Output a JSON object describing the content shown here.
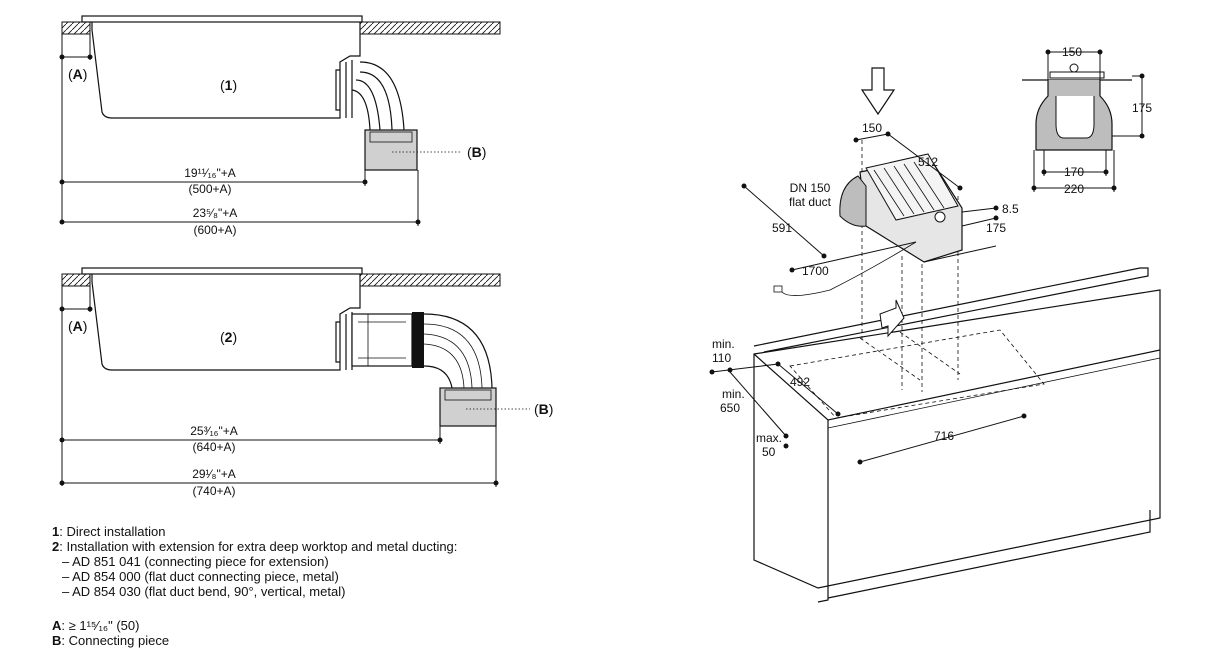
{
  "fig1": {
    "num": "1",
    "a_label": "A",
    "b_label": "B",
    "dim1_in": "19¹¹⁄₁₆\"+A",
    "dim1_mm": "(500+A)",
    "dim2_in": "23⁵⁄₈\"+A",
    "dim2_mm": "(600+A)"
  },
  "fig2": {
    "num": "2",
    "a_label": "A",
    "b_label": "B",
    "dim1_in": "25³⁄₁₆\"+A",
    "dim1_mm": "(640+A)",
    "dim2_in": "29¹⁄₈\"+A",
    "dim2_mm": "(740+A)"
  },
  "legend": {
    "l1_key": "1",
    "l1_text": ": Direct installation",
    "l2_key": "2",
    "l2_text": ": Installation with extension for extra deep worktop and metal ducting:",
    "sub1": "– AD 851 041 (connecting piece for extension)",
    "sub2": "– AD 854 000 (flat duct connecting piece, metal)",
    "sub3": "– AD 854 030 (flat duct bend, 90°, vertical, metal)",
    "a_key": "A",
    "a_text": ": ≥ 1¹⁵⁄₁₆\" (50)",
    "b_key": "B",
    "b_text": ": Connecting piece"
  },
  "iso": {
    "d150": "150",
    "d512": "512",
    "duct1": "DN 150",
    "duct2": "flat duct",
    "d591": "591",
    "d8_5": "8.5",
    "d175": "175",
    "d1700": "1700",
    "min1": "min.",
    "v110": "110",
    "d492": "492",
    "min2": "min.",
    "v650": "650",
    "max1": "max.",
    "v50": "50",
    "d716": "716"
  },
  "section": {
    "d150": "150",
    "d175": "175",
    "d170": "170",
    "d220": "220"
  }
}
